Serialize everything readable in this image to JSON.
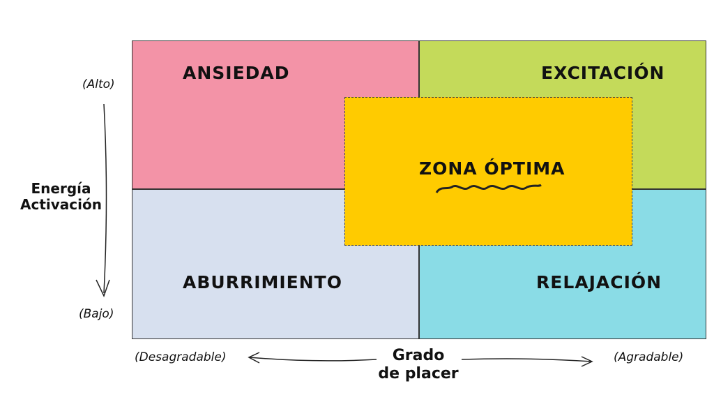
{
  "quadrants": {
    "top_left": {
      "label": "ANSIEDAD",
      "color": "#f393a7"
    },
    "top_right": {
      "label": "EXCITACIÓN",
      "color": "#c4da5a"
    },
    "bottom_left": {
      "label": "ABURRIMIENTO",
      "color": "#d7e0ef"
    },
    "bottom_right": {
      "label": "RELAJACIÓN",
      "color": "#8adce6"
    }
  },
  "optimal_zone": {
    "label": "ZONA ÓPTIMA",
    "color": "#ffcb00"
  },
  "y_axis": {
    "title_line1": "Energía",
    "title_line2": "Activación",
    "top": "(Alto)",
    "bottom": "(Bajo)"
  },
  "x_axis": {
    "title_line1": "Grado",
    "title_line2": "de placer",
    "left": "(Desagradable)",
    "right": "(Agradable)"
  }
}
